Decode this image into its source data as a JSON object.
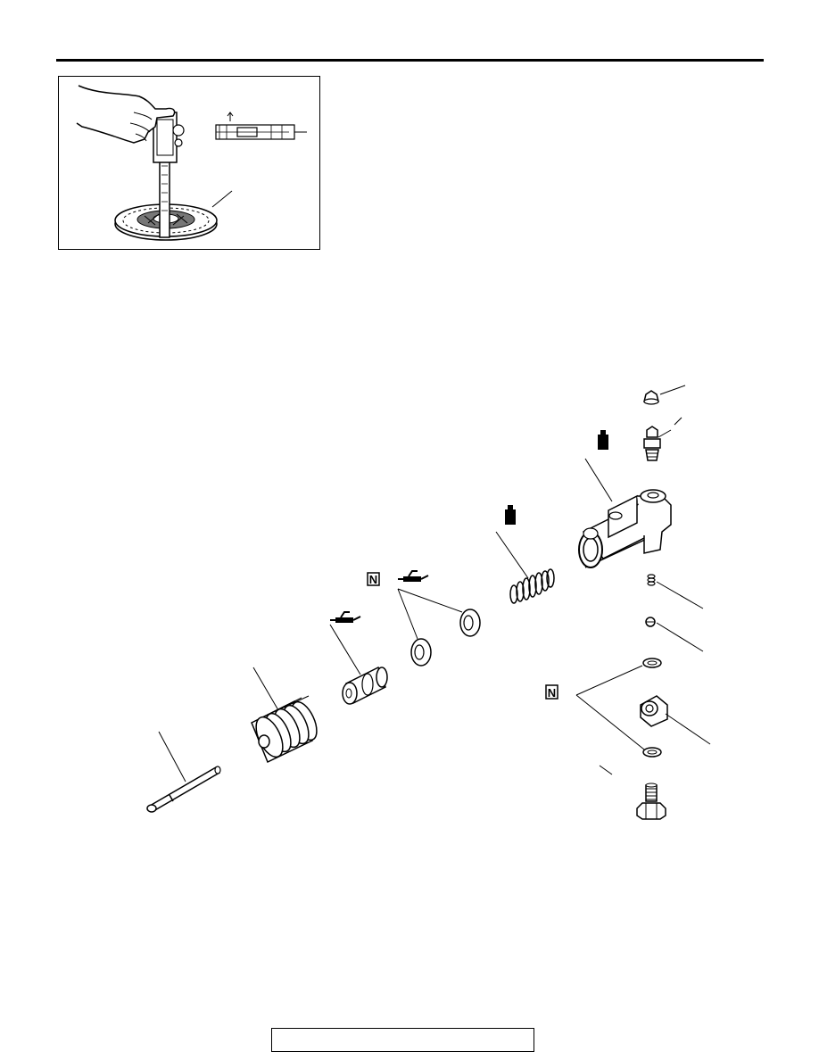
{
  "page": {
    "header_rule": true,
    "footer_box_text": ""
  },
  "inset_figure": {
    "depicts": [
      "hand",
      "vernier-caliper",
      "clutch-disc",
      "rivet-section-detail"
    ]
  },
  "exploded_view": {
    "symbols": {
      "n_mark": "N",
      "n_mark_count": 2,
      "brake_fluid_icon": "brake-fluid-can-icon",
      "grease_icon": "grease-gun-icon"
    },
    "parts": [
      "push-rod",
      "boot",
      "piston",
      "piston-cup-front",
      "piston-cup-rear",
      "spring",
      "cylinder-body",
      "cap",
      "bleeder",
      "valve-spring",
      "valve",
      "gasket-upper",
      "union",
      "gasket-lower",
      "union-bolt"
    ]
  },
  "colors": {
    "ink": "#000000",
    "paper": "#ffffff",
    "shade": "#555555"
  }
}
